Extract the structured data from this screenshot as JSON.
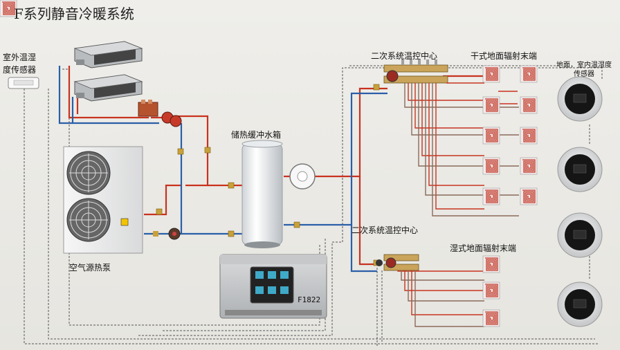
{
  "title": "F系列静音冷暖系统",
  "labels": {
    "outdoor_sensor": "室外温湿度传感器",
    "outdoor_sensor_line1": "室外温湿",
    "outdoor_sensor_line2": "度传感器",
    "buffer_tank": "储热缓冲水箱",
    "heat_pump": "空气源热泵",
    "control_center_top": "二次系统温控中心",
    "control_center_bottom": "二次系统温控中心",
    "dry_floor": "干式地面辐射末端",
    "wet_floor": "湿式地面辐射末端",
    "indoor_sensor_line1": "地面，室内温湿度",
    "indoor_sensor_line2": "传感器",
    "controller_model": "F1822"
  },
  "colors": {
    "supply": "#c8321e",
    "return": "#2a5ea8",
    "signal": "#555555",
    "bg": "#e9e8e4"
  },
  "icons": [
    "fan-coil-unit",
    "heat-pump-fan",
    "buffer-tank",
    "pump",
    "manifold",
    "floor-coil",
    "thermostat",
    "controller",
    "valve"
  ]
}
